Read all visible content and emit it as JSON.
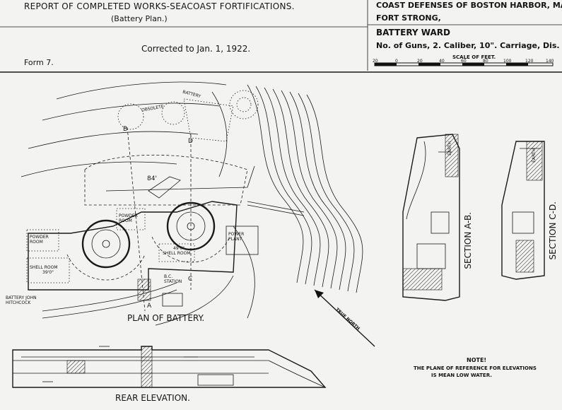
{
  "header": {
    "report_title": "REPORT OF COMPLETED WORKS-SEACOAST FORTIFICATIONS.",
    "plan_type": "(Battery Plan.)",
    "corrected": "Corrected to Jan. 1, 1922.",
    "form": "Form 7.",
    "coast_defenses": "COAST DEFENSES OF BOSTON HARBOR, MASS.",
    "fort": "FORT STRONG,",
    "battery": "BATTERY WARD",
    "guns_info": "No. of Guns, 2.  Caliber, 10\".  Carriage, Dis."
  },
  "scale": {
    "title": "SCALE OF FEET.",
    "ticks": [
      "20",
      "0",
      "20",
      "40",
      "60",
      "80",
      "100",
      "120",
      "140"
    ]
  },
  "plan": {
    "title": "PLAN OF BATTERY.",
    "obsolete_label": "OBSOLETE",
    "battery_label": "BATTERY",
    "powder_room_1": "POWDER ROOM",
    "powder_room_2": "POWDER ROOM",
    "shell_room_1": "SHELL ROOM",
    "shell_room_2": "SHELL ROOM",
    "power_plant": "POWER PLANT",
    "bc_station": "B.C. STATION",
    "battery_hitchcock": "BATTERY JOHN HITCHCOCK",
    "true_north": "TRUE NORTH",
    "dim_84": "84'",
    "dim_1": "49'0\"",
    "dim_2": "39'0\"",
    "section_a": "A",
    "section_b": "B",
    "section_c": "C",
    "section_d": "D"
  },
  "sections": {
    "ab": "SECTION A-B.",
    "cd": "SECTION C-D.",
    "earth": "EARTH"
  },
  "elevation": {
    "title": "REAR ELEVATION."
  },
  "note": {
    "title": "NOTE!",
    "line1": "THE PLANE OF REFERENCE FOR ELEVATIONS",
    "line2": "IS MEAN LOW WATER."
  },
  "colors": {
    "paper": "#f3f3f1",
    "ink": "#141414"
  }
}
